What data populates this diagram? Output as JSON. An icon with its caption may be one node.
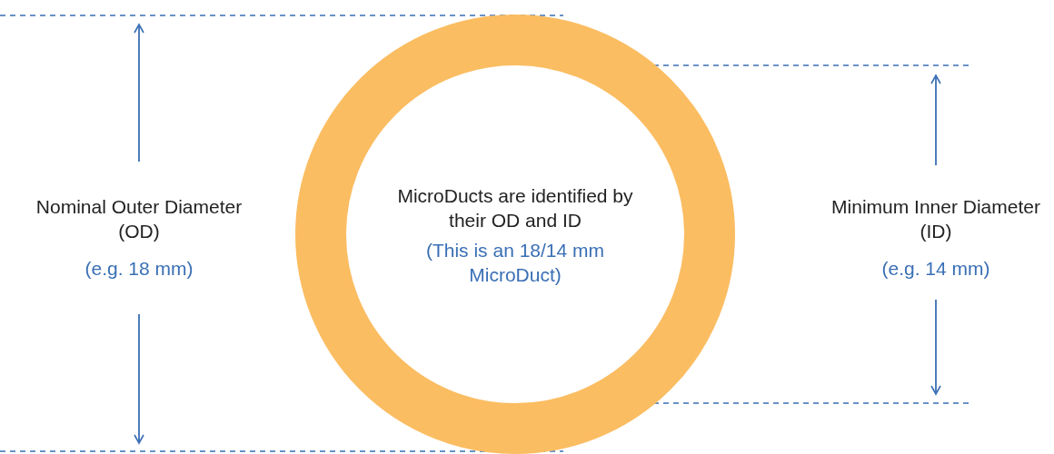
{
  "diagram": {
    "nodes": [
      {
        "text": [
          "MicroDucts are identified by their OD and ID",
          "(This is an 18/14 mm MicroDuct)"
        ]
      }
    ],
    "edges": [],
    "labels": [
      "Nominal Outer Diameter (OD)",
      "(e.g. 18 mm)",
      "Minimum Inner Diameter (ID)",
      "(e.g. 14 mm)"
    ]
  }
}
